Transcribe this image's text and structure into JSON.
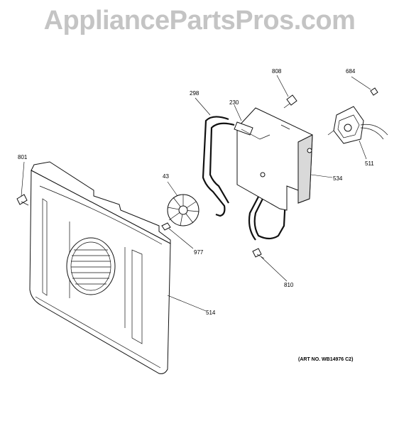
{
  "watermark": "AppliancePartsPros.com",
  "art_number": "(ART NO. WB14976 C2)",
  "callouts": {
    "p801": "801",
    "p43": "43",
    "p977": "977",
    "p514": "514",
    "p298": "298",
    "p230": "230",
    "p808": "808",
    "p684": "684",
    "p511": "511",
    "p534": "534",
    "p810": "810"
  }
}
